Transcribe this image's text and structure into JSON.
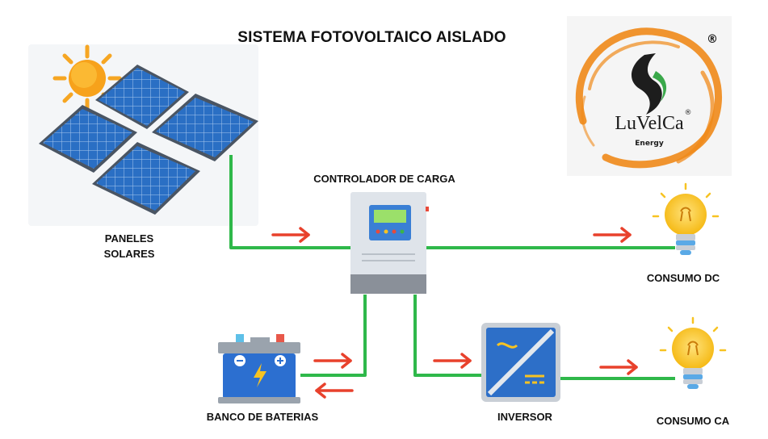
{
  "title": "SISTEMA FOTOVOLTAICO AISLADO",
  "logo": {
    "brand": "LuVelCa",
    "sub": "Energy",
    "mark": "®"
  },
  "nodes": {
    "panels": {
      "line1": "PANELES",
      "line2": "SOLARES"
    },
    "controller": "CONTROLADOR DE CARGA",
    "dc_load": "CONSUMO DC",
    "battery": "BANCO DE BATERIAS",
    "inverter": "INVERSOR",
    "ac_load": "CONSUMO CA"
  },
  "colors": {
    "wire": "#2fb84a",
    "arrow": "#e8412c",
    "panel": "#1f5fae",
    "battery": "#2c6fd0",
    "bulb": "#f7c322",
    "logo_ring": "#f08a1a"
  }
}
